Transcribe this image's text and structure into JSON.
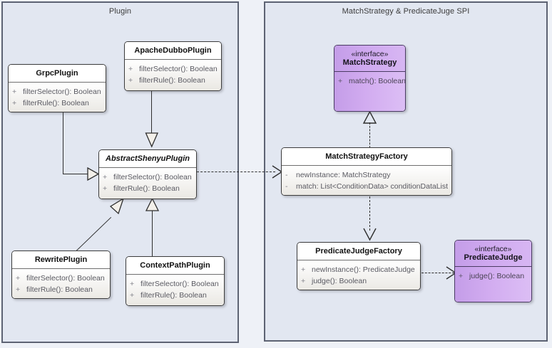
{
  "diagram": {
    "title": "Shenyu plugin MatchStrategy and PredicateJudge SPI class diagram",
    "packages": [
      {
        "id": "plugin",
        "label": "Plugin"
      },
      {
        "id": "spi",
        "label": "MatchStrategy & PredicateJuge SPI"
      }
    ]
  },
  "classes": {
    "grpc_plugin": {
      "name": "GrpcPlugin",
      "stereotype": "",
      "members": [
        {
          "visibility": "+",
          "text": "filterSelector(): Boolean"
        },
        {
          "visibility": "+",
          "text": "filterRule(): Boolean"
        }
      ]
    },
    "apache_dubbo_plugin": {
      "name": "ApacheDubboPlugin",
      "stereotype": "",
      "members": [
        {
          "visibility": "+",
          "text": "filterSelector(): Boolean"
        },
        {
          "visibility": "+",
          "text": "filterRule(): Boolean"
        }
      ]
    },
    "abstract_shenyu_plugin": {
      "name": "AbstractShenyuPlugin",
      "stereotype": "",
      "members": [
        {
          "visibility": "+",
          "text": "filterSelector(): Boolean"
        },
        {
          "visibility": "+",
          "text": "filterRule(): Boolean"
        }
      ]
    },
    "rewrite_plugin": {
      "name": "RewritePlugin",
      "stereotype": "",
      "members": [
        {
          "visibility": "+",
          "text": "filterSelector(): Boolean"
        },
        {
          "visibility": "+",
          "text": "filterRule(): Boolean"
        }
      ]
    },
    "context_path_plugin": {
      "name": "ContextPathPlugin",
      "stereotype": "",
      "members": [
        {
          "visibility": "+",
          "text": "filterSelector(): Boolean"
        },
        {
          "visibility": "+",
          "text": "filterRule(): Boolean"
        }
      ]
    },
    "match_strategy": {
      "name": "MatchStrategy",
      "stereotype": "«interface»",
      "members": [
        {
          "visibility": "+",
          "text": "match(): Boolean"
        }
      ]
    },
    "match_strategy_factory": {
      "name": "MatchStrategyFactory",
      "stereotype": "",
      "members": [
        {
          "visibility": "-",
          "text": "newInstance: MatchStrategy"
        },
        {
          "visibility": "-",
          "text": "match: List<ConditionData> conditionDataList"
        }
      ]
    },
    "predicate_judge_factory": {
      "name": "PredicateJudgeFactory",
      "stereotype": "",
      "members": [
        {
          "visibility": "+",
          "text": "newInstance(): PredicateJudge"
        },
        {
          "visibility": "+",
          "text": "judge(): Boolean"
        }
      ]
    },
    "predicate_judge": {
      "name": "PredicateJudge",
      "stereotype": "«interface»",
      "members": [
        {
          "visibility": "+",
          "text": "judge(): Boolean"
        }
      ]
    }
  },
  "colors": {
    "canvas_background": "#eef1f7",
    "package_fill": "#e2e7f1",
    "package_border": "#5d6373",
    "class_fill": "#ffffff",
    "class_body_fill": "#eae8e3",
    "class_border": "#3c3c3c",
    "interface_fill": "#cfa9ef",
    "interface_border": "#4a3b63",
    "connector": "#2e2e2e"
  }
}
